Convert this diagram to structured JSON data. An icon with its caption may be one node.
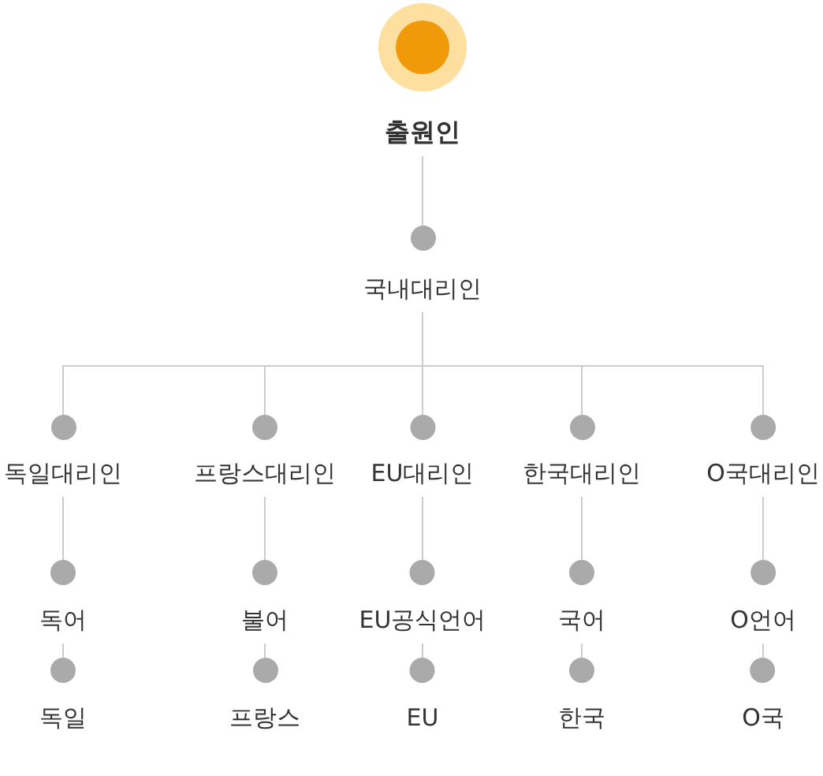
{
  "diagram": {
    "nodes": [
      {
        "text": [
          "출원인"
        ]
      },
      {
        "text": [
          "국내대리인"
        ]
      },
      {
        "text": [
          "독일대리인"
        ]
      },
      {
        "text": [
          "프랑스대리인"
        ]
      },
      {
        "text": [
          "EU대리인"
        ]
      },
      {
        "text": [
          "한국대리인"
        ]
      },
      {
        "text": [
          "O국대리인"
        ]
      },
      {
        "text": [
          "독어"
        ]
      },
      {
        "text": [
          "불어"
        ]
      },
      {
        "text": [
          "EU공식언어"
        ]
      },
      {
        "text": [
          "국어"
        ]
      },
      {
        "text": [
          "O언어"
        ]
      },
      {
        "text": [
          "독일"
        ]
      },
      {
        "text": [
          "프랑스"
        ]
      },
      {
        "text": [
          "EU"
        ]
      },
      {
        "text": [
          "한국"
        ]
      },
      {
        "text": [
          "O국"
        ]
      }
    ],
    "edges": [
      {
        "from": 0,
        "to": 1,
        "arrow": "none"
      },
      {
        "from": 1,
        "to": 2,
        "arrow": "none"
      },
      {
        "from": 1,
        "to": 3,
        "arrow": "none"
      },
      {
        "from": 1,
        "to": 4,
        "arrow": "none"
      },
      {
        "from": 1,
        "to": 5,
        "arrow": "none"
      },
      {
        "from": 1,
        "to": 6,
        "arrow": "none"
      },
      {
        "from": 2,
        "to": 7,
        "arrow": "none"
      },
      {
        "from": 3,
        "to": 8,
        "arrow": "none"
      },
      {
        "from": 4,
        "to": 9,
        "arrow": "none"
      },
      {
        "from": 5,
        "to": 10,
        "arrow": "none"
      },
      {
        "from": 6,
        "to": 11,
        "arrow": "none"
      },
      {
        "from": 7,
        "to": 12,
        "arrow": "none"
      },
      {
        "from": 8,
        "to": 13,
        "arrow": "none"
      },
      {
        "from": 9,
        "to": 14,
        "arrow": "none"
      },
      {
        "from": 10,
        "to": 15,
        "arrow": "none"
      },
      {
        "from": 11,
        "to": 16,
        "arrow": "none"
      }
    ]
  }
}
